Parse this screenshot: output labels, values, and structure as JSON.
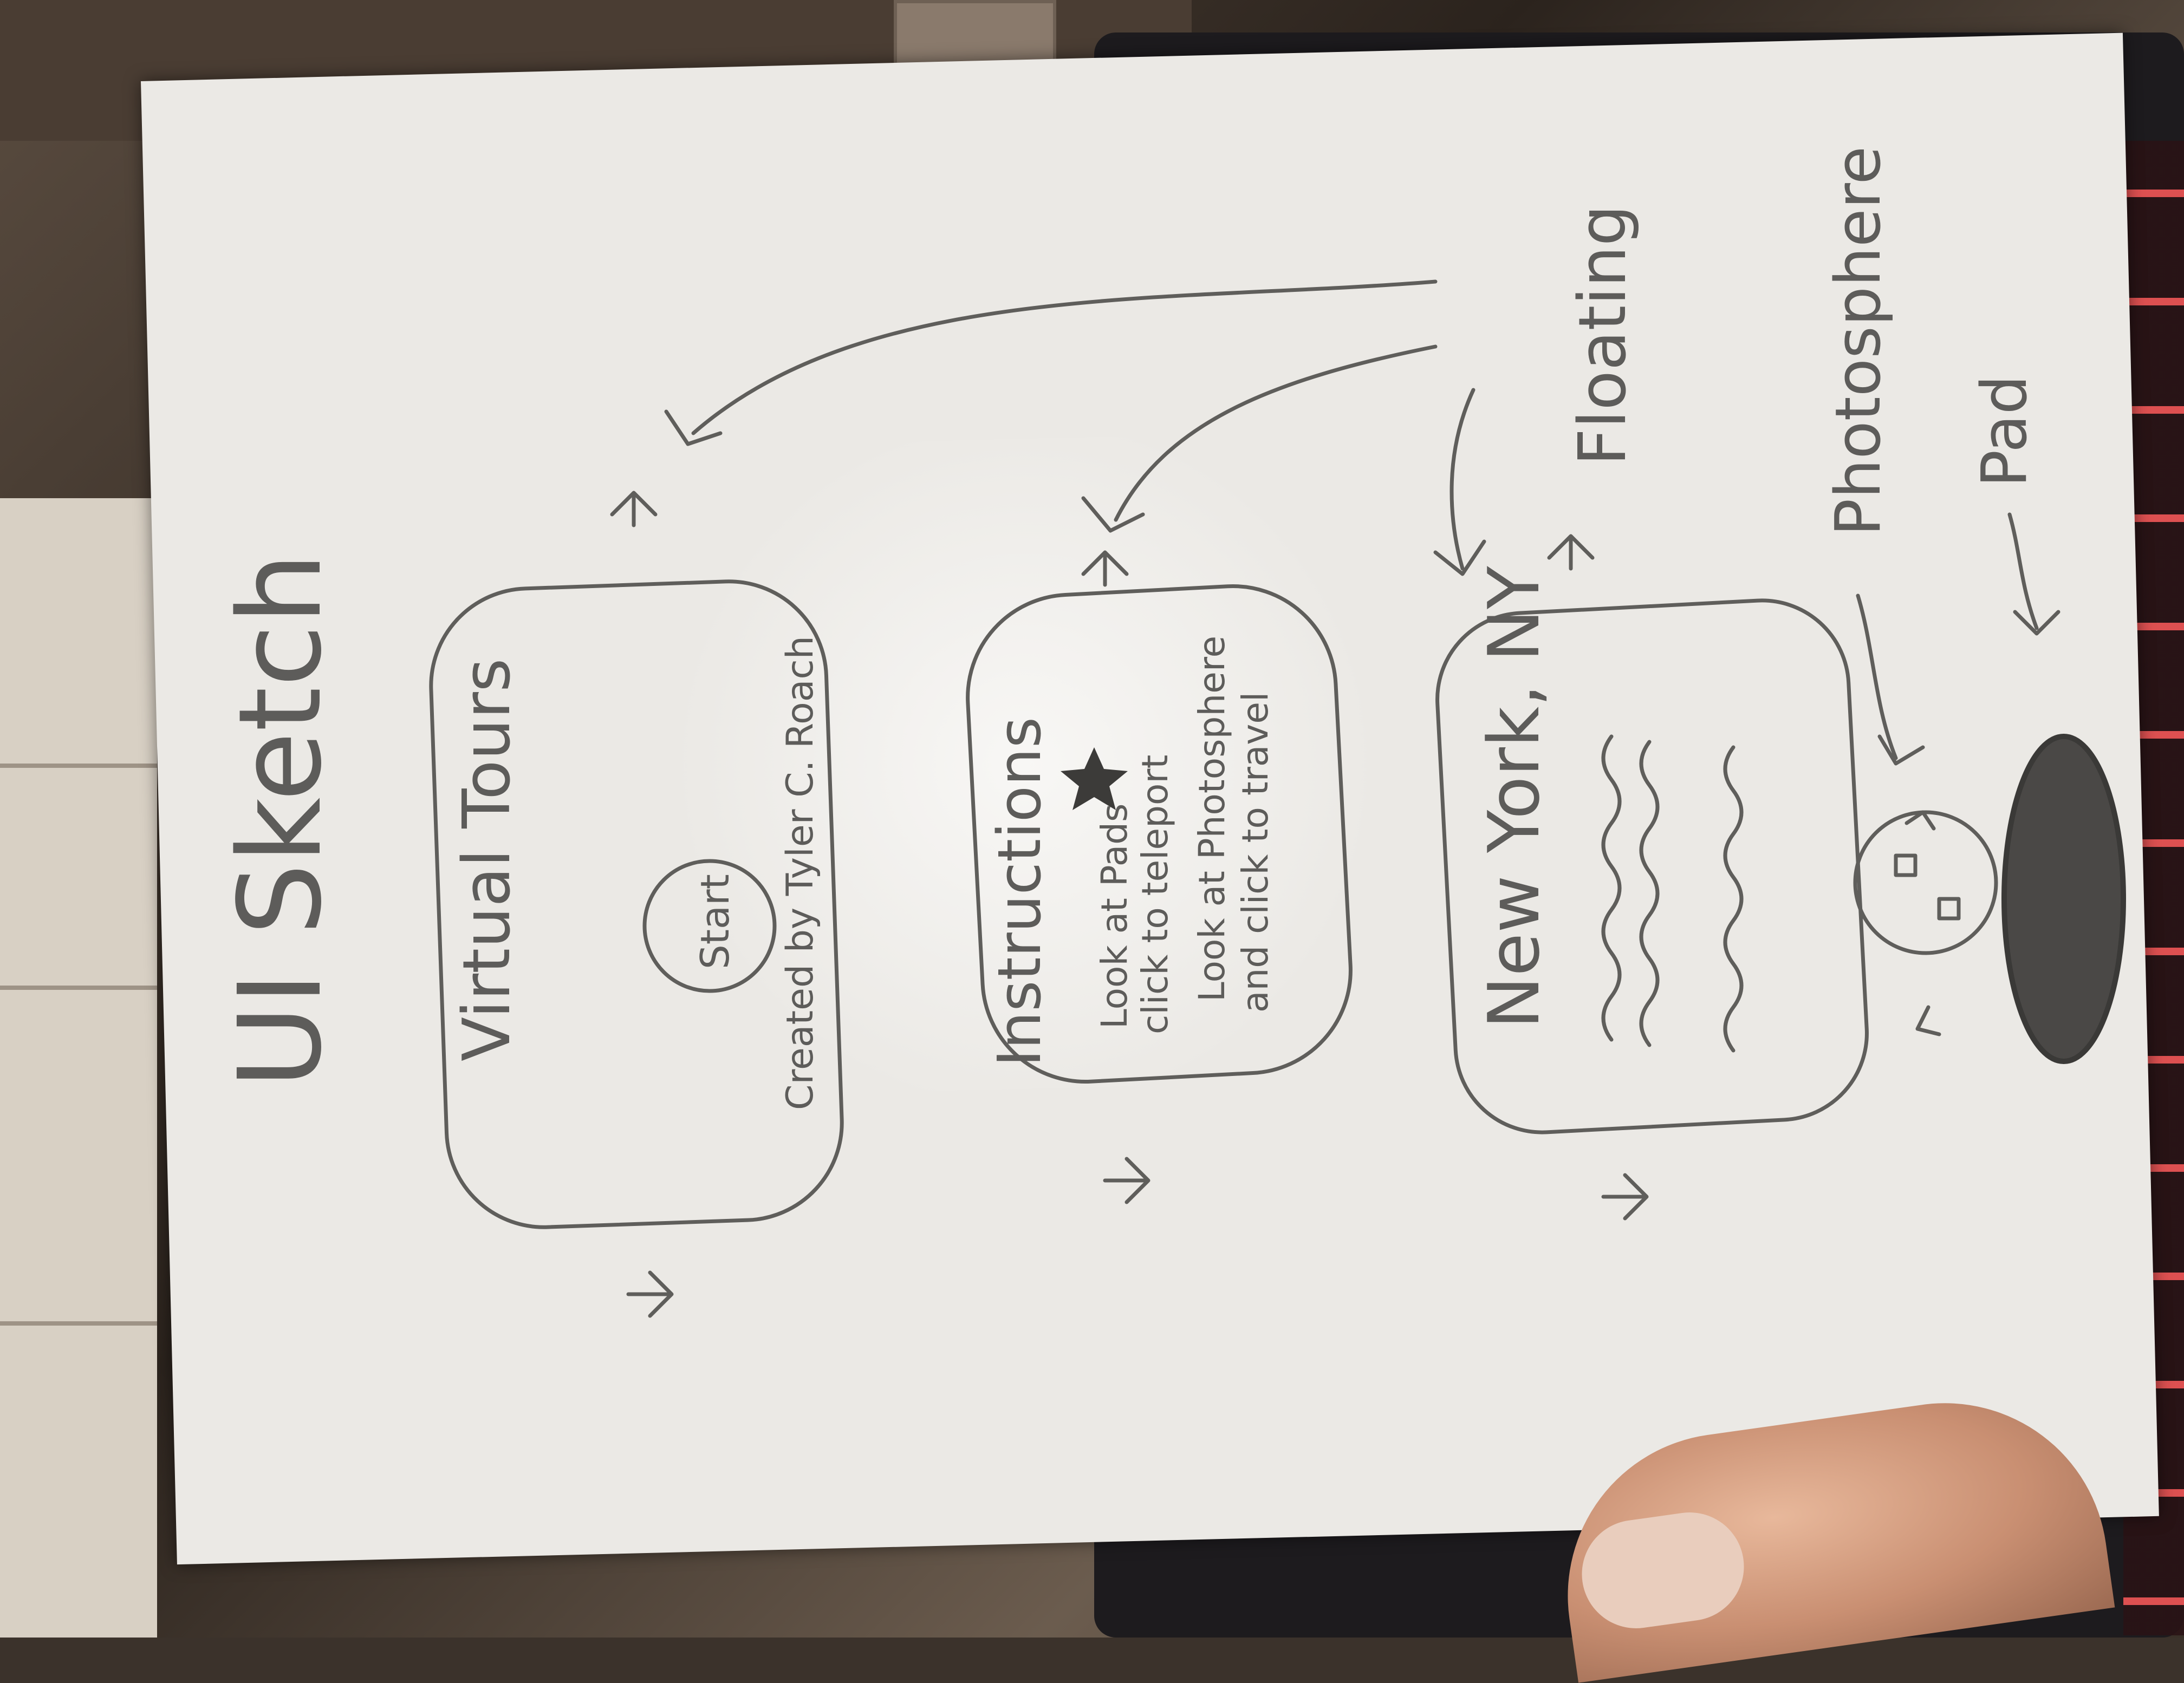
{
  "sketch": {
    "title": "UI Sketch",
    "screen1": {
      "title": "Virtual Tours",
      "button": "Start",
      "credit": "Created by Tyler C. Roach"
    },
    "screen2": {
      "title": "Instructions",
      "line1": "Look at Pads",
      "line2": "click to teleport",
      "line3": "Look at Photosphere",
      "line4": "and click to travel"
    },
    "screen3": {
      "title": "New York, NY"
    },
    "label_floating": "Floating",
    "label_photosphere": "Photosphere",
    "label_pad": "Pad"
  }
}
